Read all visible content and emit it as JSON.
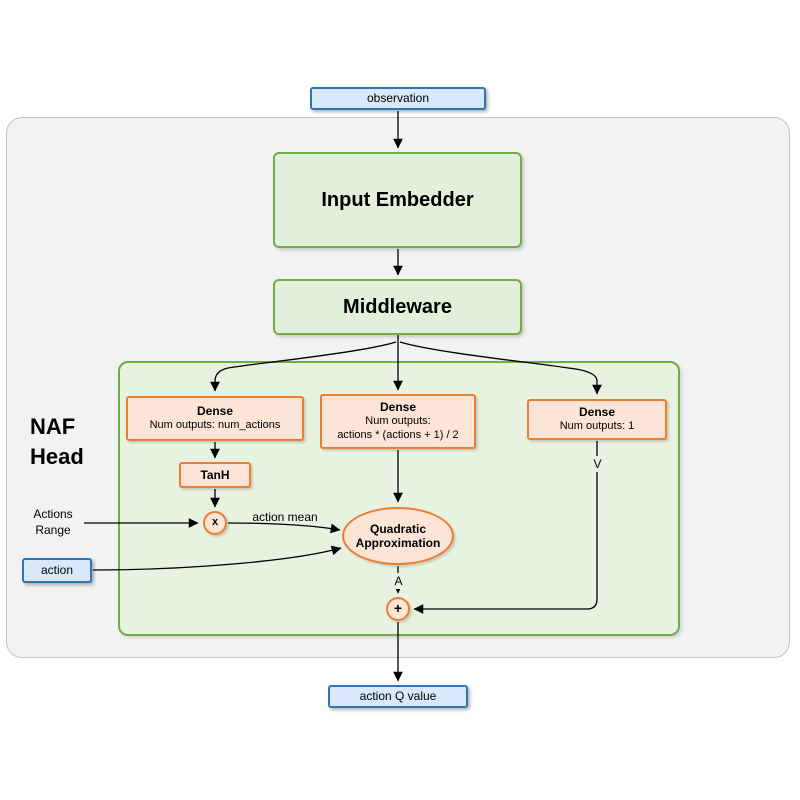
{
  "diagram": {
    "nodes": {
      "observation": {
        "label": "observation"
      },
      "input_embedder": {
        "label": "Input Embedder"
      },
      "middleware": {
        "label": "Middleware"
      },
      "naf_head": {
        "line1": "NAF",
        "line2": "Head"
      },
      "dense_actions": {
        "title": "Dense",
        "subtitle": "Num outputs: num_actions"
      },
      "dense_quadratic": {
        "title": "Dense",
        "line1": "Num outputs:",
        "line2": "actions * (actions + 1) / 2"
      },
      "dense_value": {
        "title": "Dense",
        "subtitle": "Num outputs: 1"
      },
      "tanh": {
        "label": "TanH"
      },
      "multiply": {
        "label": "x"
      },
      "quadratic_approximation": {
        "line1": "Quadratic",
        "line2": "Approximation"
      },
      "plus": {
        "label": "+"
      },
      "action": {
        "label": "action"
      },
      "action_q_value": {
        "label": "action Q value"
      }
    },
    "edge_labels": {
      "actions_range": {
        "line1": "Actions",
        "line2": "Range"
      },
      "action_mean": "action mean",
      "advantage": "A",
      "state_value": "V"
    },
    "colors": {
      "blue_fill": "#dae8fc",
      "blue_border": "#2e75b6",
      "green_fill": "#e2efda",
      "green_border": "#70ad47",
      "naf_head_fill": "#e8f2e0",
      "orange_fill": "#fce4d6",
      "orange_border": "#ed7d31",
      "panel_fill": "#f2f2f2",
      "panel_border": "#c5c5c5",
      "connector": "#000000"
    }
  }
}
